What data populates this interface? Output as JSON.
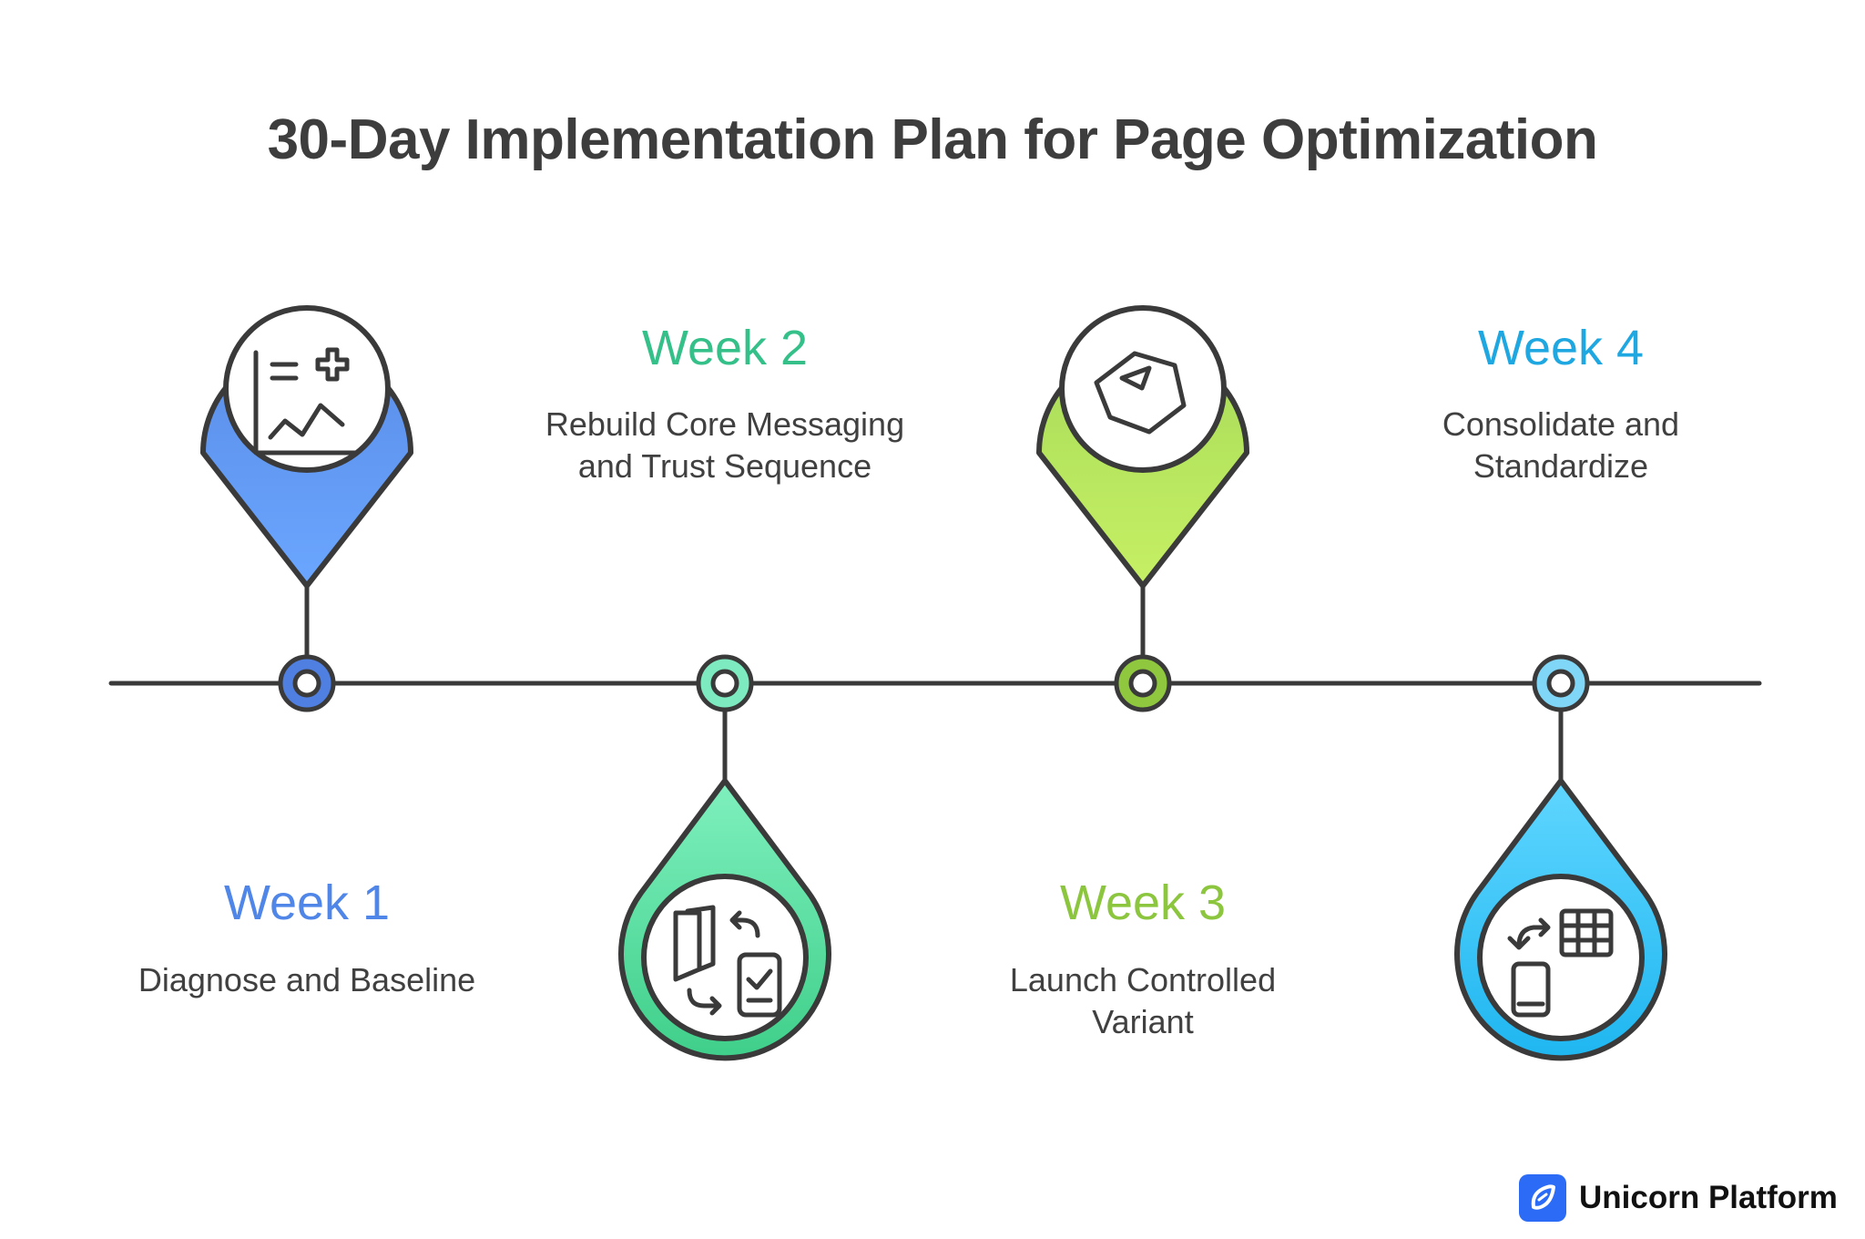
{
  "title": "30-Day Implementation Plan for Page Optimization",
  "milestones": [
    {
      "week": "Week 1",
      "description": [
        "Diagnose and Baseline"
      ],
      "color": "#4f86e8",
      "icon": "chart-analysis-icon"
    },
    {
      "week": "Week 2",
      "description": [
        "Rebuild Core Messaging",
        "and Trust Sequence"
      ],
      "color": "#34c088",
      "icon": "door-phone-swap-icon"
    },
    {
      "week": "Week 3",
      "description": [
        "Launch Controlled",
        "Variant"
      ],
      "color": "#8cc63f",
      "icon": "hexagon-send-icon"
    },
    {
      "week": "Week 4",
      "description": [
        "Consolidate and",
        "Standardize"
      ],
      "color": "#1ea7e0",
      "icon": "grid-device-sync-icon"
    }
  ],
  "brand": {
    "name": "Unicorn Platform",
    "color": "#2b6bf6"
  }
}
